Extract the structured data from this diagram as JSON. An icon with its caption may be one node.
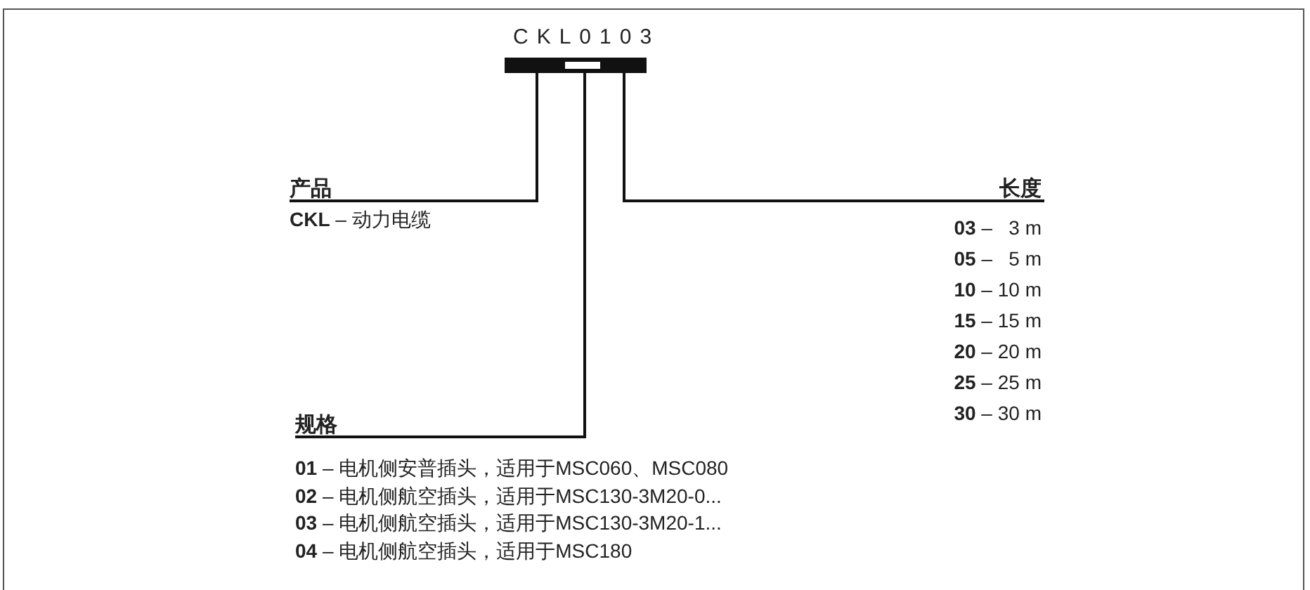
{
  "diagram": {
    "nodes": [
      {
        "text": [
          "CKL0103"
        ]
      },
      {
        "text": [
          "产品",
          "**CKL** – 动力电缆"
        ]
      },
      {
        "text": [
          "规格",
          "**01** – 电机侧安普插头，适用于MSC060、MSC080",
          "**02** – 电机侧航空插头，适用于MSC130-3M20-0...",
          "**03** – 电机侧航空插头，适用于MSC130-3M20-1...",
          "**04** – 电机侧航空插头，适用于MSC180"
        ]
      },
      {
        "text": [
          "长度",
          "**03** –   3 m",
          "**05** –   5 m",
          "**10** – 10 m",
          "**15** – 15 m",
          "**20** – 20 m",
          "**25** – 25 m",
          "**30** – 30 m"
        ]
      }
    ],
    "edges": [
      {
        "from": 0,
        "to": 1,
        "arrow": "none"
      },
      {
        "from": 0,
        "to": 2,
        "arrow": "none"
      },
      {
        "from": 0,
        "to": 3,
        "arrow": "none"
      }
    ]
  }
}
